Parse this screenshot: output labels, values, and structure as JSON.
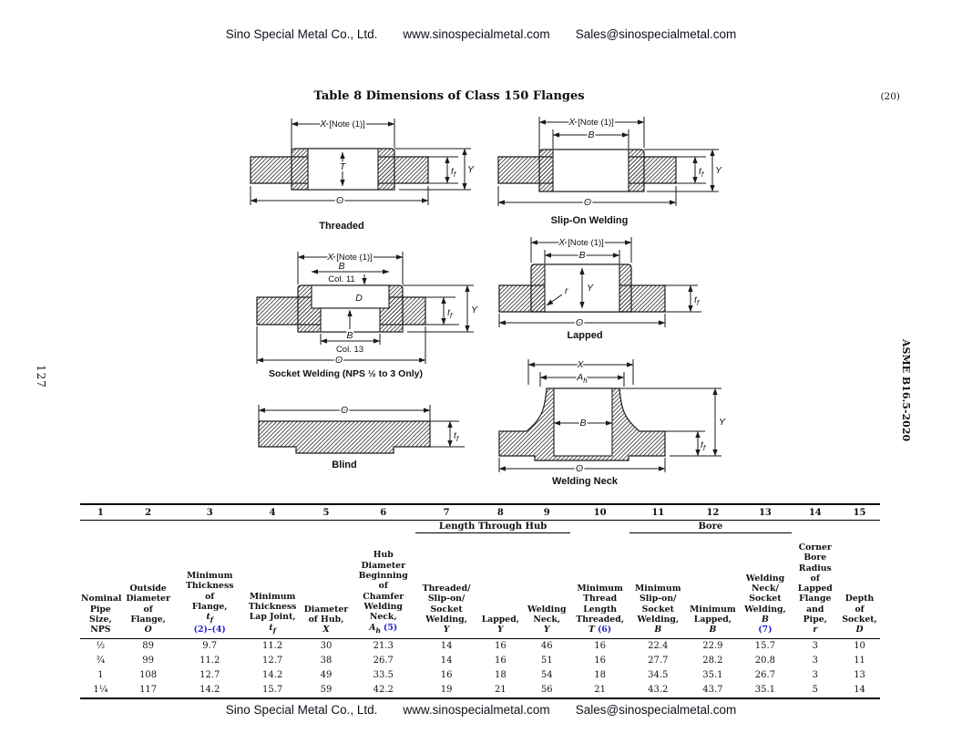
{
  "brand": {
    "company": "Sino Special Metal Co., Ltd.",
    "website": "www.sinospecialmetal.com",
    "email": "Sales@sinospecialmetal.com"
  },
  "page": {
    "title": "Table 8 Dimensions of Class 150 Flanges",
    "title_note": "(20)",
    "page_number": "127",
    "standard_ref": "ASME B16.5-2020"
  },
  "labels": {
    "x": "X",
    "x_note_suffix": "[Note (1)]",
    "b": "B",
    "o": "O",
    "y": "Y",
    "t": "T",
    "d": "D",
    "r": "r",
    "tf_main": "t",
    "tf_sub": "f",
    "ah_main": "A",
    "ah_sub": "h",
    "col11": "Col. 11",
    "col13": "Col. 13"
  },
  "diagrams": {
    "threaded": {
      "caption": "Threaded"
    },
    "slip_on": {
      "caption": "Slip-On Welding"
    },
    "socket": {
      "caption": "Socket Welding (NPS ½ to 3 Only)"
    },
    "lapped": {
      "caption": "Lapped"
    },
    "blind": {
      "caption": "Blind"
    },
    "welding_neck": {
      "caption": "Welding Neck"
    }
  },
  "table": {
    "col_numbers": [
      "1",
      "2",
      "3",
      "4",
      "5",
      "6",
      "7",
      "8",
      "9",
      "10",
      "11",
      "12",
      "13",
      "14",
      "15"
    ],
    "groups": {
      "length_through_hub": "Length Through Hub",
      "bore": "Bore"
    },
    "headers": [
      {
        "text": "Nominal\nPipe\nSize,\nNPS"
      },
      {
        "text": "Outside\nDiameter\nof\nFlange,",
        "sym": "O"
      },
      {
        "text": "Minimum\nThickness\nof\nFlange,",
        "sym": "t",
        "sub": "f",
        "note_below": "(2)–(4)"
      },
      {
        "text": "Minimum\nThickness\nLap Joint,",
        "sym": "t",
        "sub": "f"
      },
      {
        "text": "Diameter\nof Hub,",
        "sym": "X"
      },
      {
        "text": "Hub\nDiameter\nBeginning\nof\nChamfer\nWelding\nNeck,",
        "sym": "A",
        "sub": "h",
        "note": "(5)"
      },
      {
        "text": "Threaded/\nSlip-on/\nSocket\nWelding,",
        "sym": "Y"
      },
      {
        "text": "Lapped,",
        "sym": "Y"
      },
      {
        "text": "Welding\nNeck,",
        "sym": "Y"
      },
      {
        "text": "Minimum\nThread\nLength\nThreaded,",
        "sym": "T",
        "note": "(6)"
      },
      {
        "text": "Minimum\nSlip-on/\nSocket\nWelding,",
        "sym": "B"
      },
      {
        "text": "Minimum\nLapped,",
        "sym": "B"
      },
      {
        "text": "Welding\nNeck/\nSocket\nWelding,",
        "sym": "B",
        "note_below": "(7)"
      },
      {
        "text": "Corner\nBore\nRadius\nof\nLapped\nFlange\nand\nPipe,",
        "sym": "r"
      },
      {
        "text": "Depth of\nSocket,",
        "sym": "D"
      }
    ],
    "rows": [
      [
        "½",
        "89",
        "9.7",
        "11.2",
        "30",
        "21.3",
        "14",
        "16",
        "46",
        "16",
        "22.4",
        "22.9",
        "15.7",
        "3",
        "10"
      ],
      [
        "¾",
        "99",
        "11.2",
        "12.7",
        "38",
        "26.7",
        "14",
        "16",
        "51",
        "16",
        "27.7",
        "28.2",
        "20.8",
        "3",
        "11"
      ],
      [
        "1",
        "108",
        "12.7",
        "14.2",
        "49",
        "33.5",
        "16",
        "18",
        "54",
        "18",
        "34.5",
        "35.1",
        "26.7",
        "3",
        "13"
      ],
      [
        "1¼",
        "117",
        "14.2",
        "15.7",
        "59",
        "42.2",
        "19",
        "21",
        "56",
        "21",
        "43.2",
        "43.7",
        "35.1",
        "5",
        "14"
      ]
    ]
  }
}
